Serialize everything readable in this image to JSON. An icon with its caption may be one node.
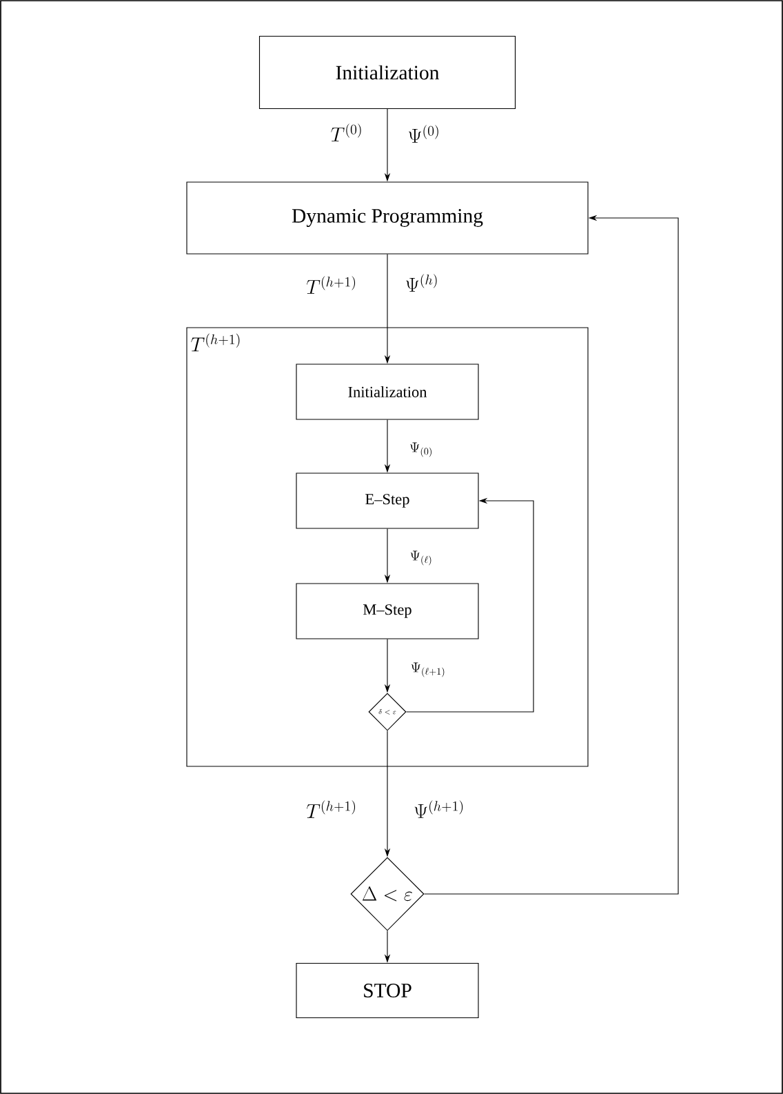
{
  "diagram": {
    "nodes": [
      {
        "text": [
          "Initialization"
        ]
      },
      {
        "text": [
          "Dynamic Programming"
        ]
      },
      {
        "text": [
          "T^{(h+1)}"
        ]
      },
      {
        "text": [
          "Initialization"
        ],
        "in": 2
      },
      {
        "text": [
          "E–Step"
        ],
        "in": 2
      },
      {
        "text": [
          "M–Step"
        ],
        "in": 2
      },
      {
        "text": [
          "\\delta < \\varepsilon"
        ],
        "in": 2
      },
      {
        "text": [
          "\\Delta < \\varepsilon"
        ]
      },
      {
        "text": [
          "STOP"
        ]
      }
    ],
    "edges": [
      {
        "from": 0,
        "to": 1,
        "arrow": "to",
        "label": "\\Psi^{(0)}"
      },
      {
        "from": 1,
        "to": 3,
        "arrow": "to",
        "label": "\\Psi^{(h)}"
      },
      {
        "from": 3,
        "to": 4,
        "arrow": "to",
        "label": "\\Psi_{(0)}"
      },
      {
        "from": 4,
        "to": 5,
        "arrow": "to",
        "label": "\\Psi_{(\\ell)}"
      },
      {
        "from": 5,
        "to": 6,
        "arrow": "to",
        "label": "\\Psi_{(\\ell+1)}"
      },
      {
        "from": 6,
        "to": 4,
        "arrow": "to"
      },
      {
        "from": 6,
        "to": 7,
        "arrow": "to",
        "label": "\\Psi^{(h+1)}"
      },
      {
        "from": 7,
        "to": 1,
        "arrow": "to"
      },
      {
        "from": 7,
        "to": 8,
        "arrow": "to"
      }
    ],
    "labels": [
      "T^{(0)}",
      "T^{(h+1)}",
      "T^{(h+1)}"
    ]
  }
}
